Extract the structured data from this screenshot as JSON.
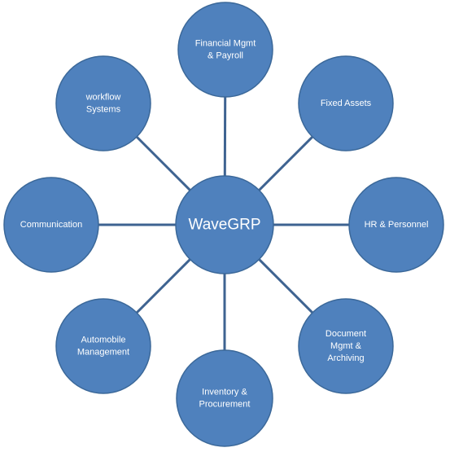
{
  "colors": {
    "node_fill": "#4f81bd",
    "connector": "#3e6391",
    "label_text": "#ffffff",
    "background": "#ffffff"
  },
  "center": {
    "id": "wavegrp",
    "label_lines": [
      "WaveGRP"
    ]
  },
  "nodes": [
    {
      "id": "financial",
      "label_lines": [
        "Financial Mgmt",
        "& Payroll"
      ]
    },
    {
      "id": "fixed-assets",
      "label_lines": [
        "Fixed Assets"
      ]
    },
    {
      "id": "hr",
      "label_lines": [
        "HR & Personnel"
      ]
    },
    {
      "id": "document",
      "label_lines": [
        "Document",
        "Mgmt  &",
        "Archiving"
      ]
    },
    {
      "id": "inventory",
      "label_lines": [
        "Inventory &",
        "Procurement"
      ]
    },
    {
      "id": "automobile",
      "label_lines": [
        "Automobile",
        "Management"
      ]
    },
    {
      "id": "communication",
      "label_lines": [
        "Communication"
      ]
    },
    {
      "id": "workflow",
      "label_lines": [
        "workflow",
        "Systems"
      ]
    }
  ]
}
